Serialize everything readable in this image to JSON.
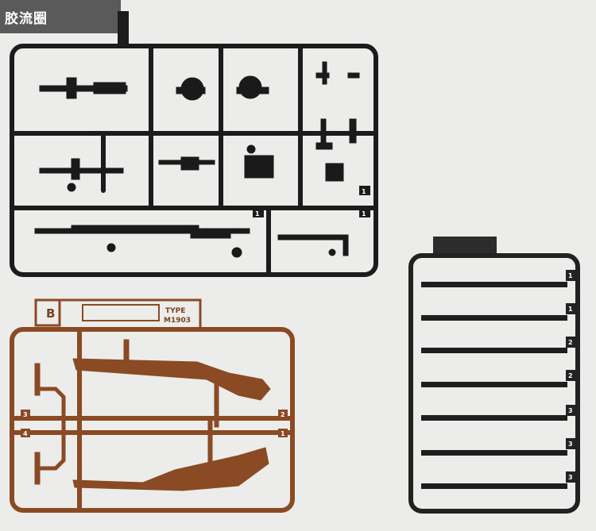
{
  "watermark": {
    "text": "胶流圈"
  },
  "colors": {
    "background": "#ececea",
    "black_runner": "#1c1c1c",
    "brown_runner": "#8a4a24",
    "bar_runner": "#222222"
  },
  "runner_a": {
    "part_numbers": [
      "1",
      "1",
      "1"
    ]
  },
  "runner_b": {
    "letter": "B",
    "type_label": "TYPE",
    "model_label": "M1903",
    "part_numbers": [
      "3",
      "4",
      "2",
      "1"
    ]
  },
  "runner_c": {
    "part_numbers": [
      "1",
      "1",
      "2",
      "2",
      "3",
      "3",
      "3"
    ]
  }
}
